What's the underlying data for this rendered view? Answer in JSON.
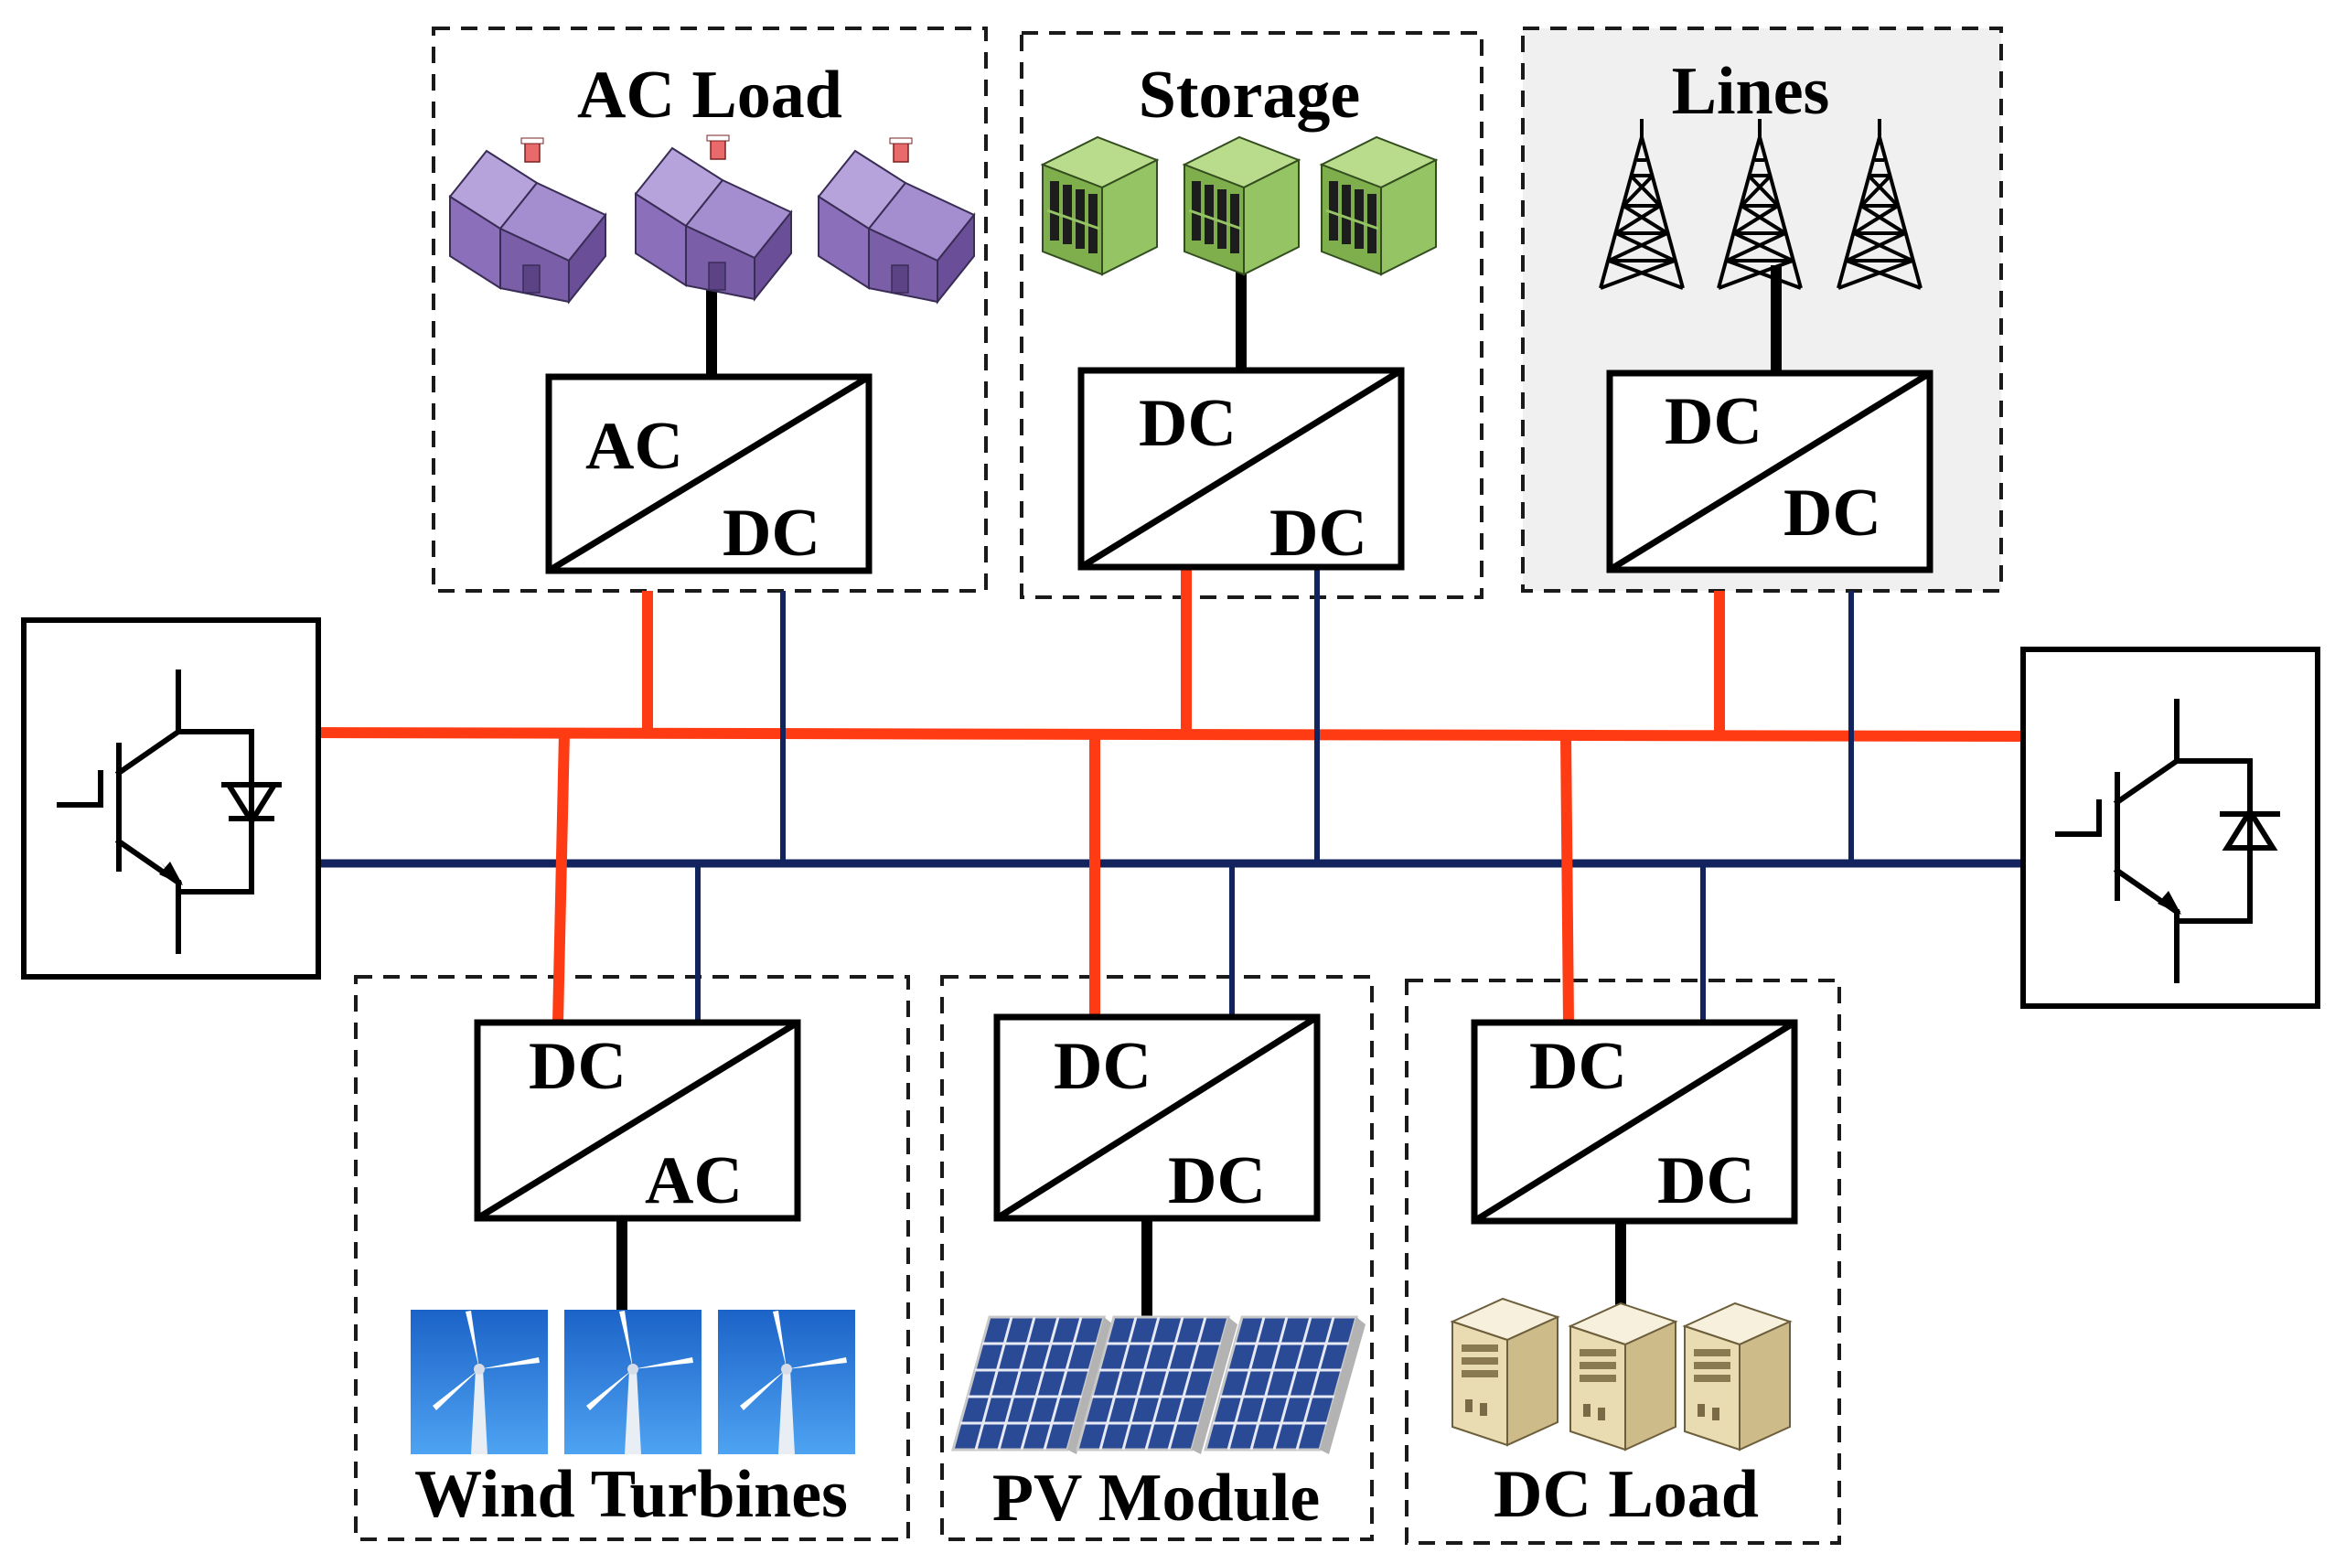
{
  "colors": {
    "positive_bus": "#ff3b14",
    "negative_bus": "#12235e",
    "lines_panel_bg": "#f0f0f0",
    "house": "#9a7fc4",
    "storage": "#8dc063",
    "wind_bg": "#2f7fe0",
    "pv_panel": "#2f4d94",
    "server": "#efe4c3"
  },
  "blocks": {
    "ac_load": {
      "title": "AC Load",
      "converter": {
        "top": "AC",
        "bottom": "DC"
      },
      "icon": "house-icon",
      "icon_count": 3
    },
    "storage": {
      "title": "Storage",
      "converter": {
        "top": "DC",
        "bottom": "DC"
      },
      "icon": "battery-cabinet-icon",
      "icon_count": 3
    },
    "lines": {
      "title": "Lines",
      "converter": {
        "top": "DC",
        "bottom": "DC"
      },
      "icon": "transmission-tower-icon",
      "icon_count": 3
    },
    "wind_turbines": {
      "title": "Wind Turbines",
      "converter": {
        "top": "DC",
        "bottom": "AC"
      },
      "icon": "wind-turbine-icon",
      "icon_count": 3
    },
    "pv_module": {
      "title": "PV Module",
      "converter": {
        "top": "DC",
        "bottom": "DC"
      },
      "icon": "solar-panel-icon",
      "icon_count": 3
    },
    "dc_load": {
      "title": "DC Load",
      "converter": {
        "top": "DC",
        "bottom": "DC"
      },
      "icon": "server-icon",
      "icon_count": 3
    }
  },
  "end_switches": {
    "left": {
      "icon": "igbt-icon"
    },
    "right": {
      "icon": "igbt-icon"
    }
  }
}
